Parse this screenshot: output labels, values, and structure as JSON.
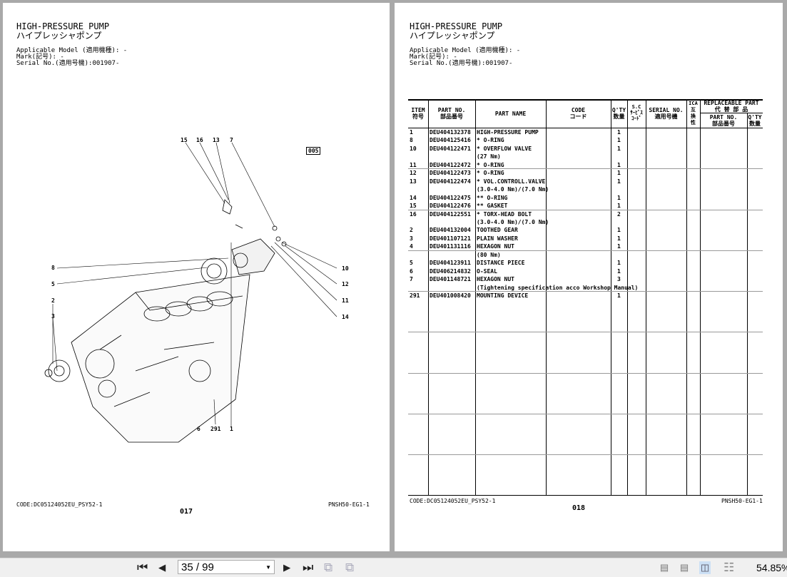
{
  "left_page": {
    "title": "HIGH-PRESSURE PUMP",
    "title_jp": "ハイプレッシャポンプ",
    "applicable_model": "Applicable Model (適用機種): -",
    "mark": "Mark(記号): -",
    "serial": "Serial No.(適用号機):001907-",
    "box_label": "005",
    "code": "CODE:DC05124052EU_PSY52-1",
    "page_no": "017",
    "ref": "PNSH50-EG1-1",
    "callouts": {
      "c15": "15",
      "c16": "16",
      "c13": "13",
      "c7": "7",
      "c8": "8",
      "c5": "5",
      "c2": "2",
      "c3": "3",
      "c10": "10",
      "c12": "12",
      "c11": "11",
      "c14": "14",
      "c6": "6",
      "c291": "291",
      "c1": "1"
    }
  },
  "right_page": {
    "title": "HIGH-PRESSURE PUMP",
    "title_jp": "ハイプレッシャポンプ",
    "applicable_model": "Applicable Model (適用機種): -",
    "mark": "Mark(記号): -",
    "serial": "Serial No.(適用号機):001907-",
    "code": "CODE:DC05124052EU_PSY52-1",
    "page_no": "018",
    "ref": "PNSH50-EG1-1",
    "headers": {
      "item": "ITEM",
      "item_jp": "符号",
      "part_no": "PART NO.",
      "part_no_jp": "部品番号",
      "part_name": "PART NAME",
      "code": "CODE",
      "code_jp": "コード",
      "qty": "Q'TY",
      "qty_jp": "数量",
      "sc": "S.C",
      "sc_jp": "ｻｰﾋﾞｽ",
      "sc_jp2": "ｺｰﾄﾞ",
      "serial": "SERIAL NO.",
      "serial_jp": "適用号機",
      "ica": "ICA",
      "ica_jp1": "互",
      "ica_jp2": "換",
      "ica_jp3": "性",
      "repl": "REPLACEABLE PART",
      "repl_jp": "代 替 部 品",
      "repl_part": "PART NO.",
      "repl_part_jp": "部品番号",
      "repl_qty": "Q'TY",
      "repl_qty_jp": "数量"
    },
    "rows": [
      {
        "item": "1",
        "part": "DEU404132378",
        "name": "HIGH-PRESSURE PUMP",
        "qty": "1"
      },
      {
        "item": "8",
        "part": "DEU404125416",
        "name": "* O-RING",
        "qty": "1"
      },
      {
        "item": "10",
        "part": "DEU404122471",
        "name": "* OVERFLOW VALVE",
        "qty": "1"
      },
      {
        "item": "",
        "part": "",
        "name": "(27 Nm)",
        "qty": ""
      },
      {
        "item": "11",
        "part": "DEU404122472",
        "name": "* O-RING",
        "qty": "1"
      },
      {
        "item": "12",
        "part": "DEU404122473",
        "name": "* O-RING",
        "qty": "1",
        "sep": true
      },
      {
        "item": "13",
        "part": "DEU404122474",
        "name": "* VOL.CONTROLL.VALVE",
        "qty": "1"
      },
      {
        "item": "",
        "part": "",
        "name": "(3.0-4.0 Nm)/(7.0 Nm)",
        "qty": ""
      },
      {
        "item": "14",
        "part": "DEU404122475",
        "name": "** O-RING",
        "qty": "1"
      },
      {
        "item": "15",
        "part": "DEU404122476",
        "name": "** GASKET",
        "qty": "1"
      },
      {
        "item": "16",
        "part": "DEU404122551",
        "name": "* TORX-HEAD BOLT",
        "qty": "2",
        "sep": true
      },
      {
        "item": "",
        "part": "",
        "name": "(3.0-4.0 Nm)/(7.0 Nm)",
        "qty": ""
      },
      {
        "item": "2",
        "part": "DEU404132004",
        "name": "TOOTHED GEAR",
        "qty": "1"
      },
      {
        "item": "3",
        "part": "DEU401107121",
        "name": "PLAIN WASHER",
        "qty": "1"
      },
      {
        "item": "4",
        "part": "DEU401131116",
        "name": "HEXAGON NUT",
        "qty": "1"
      },
      {
        "item": "",
        "part": "",
        "name": "(80 Nm)",
        "qty": "",
        "sep": true
      },
      {
        "item": "5",
        "part": "DEU404123911",
        "name": "DISTANCE PIECE",
        "qty": "1"
      },
      {
        "item": "6",
        "part": "DEU406214832",
        "name": "O-SEAL",
        "qty": "1"
      },
      {
        "item": "7",
        "part": "DEU401148721",
        "name": "HEXAGON NUT",
        "qty": "3"
      },
      {
        "item": "",
        "part": "",
        "name": "(Tightening specification acco Workshop Manual)",
        "qty": ""
      },
      {
        "item": "291",
        "part": "DEU401008420",
        "name": "MOUNTING DEVICE",
        "qty": "1",
        "sep": true
      }
    ]
  },
  "toolbar": {
    "page_value": "35 / 99",
    "zoom": "54.85%",
    "icons": [
      "first-page",
      "prev-page",
      "next-page",
      "last-page",
      "rotate-left",
      "rotate-right",
      "single-page",
      "continuous",
      "two-page",
      "two-page-continuous"
    ]
  }
}
